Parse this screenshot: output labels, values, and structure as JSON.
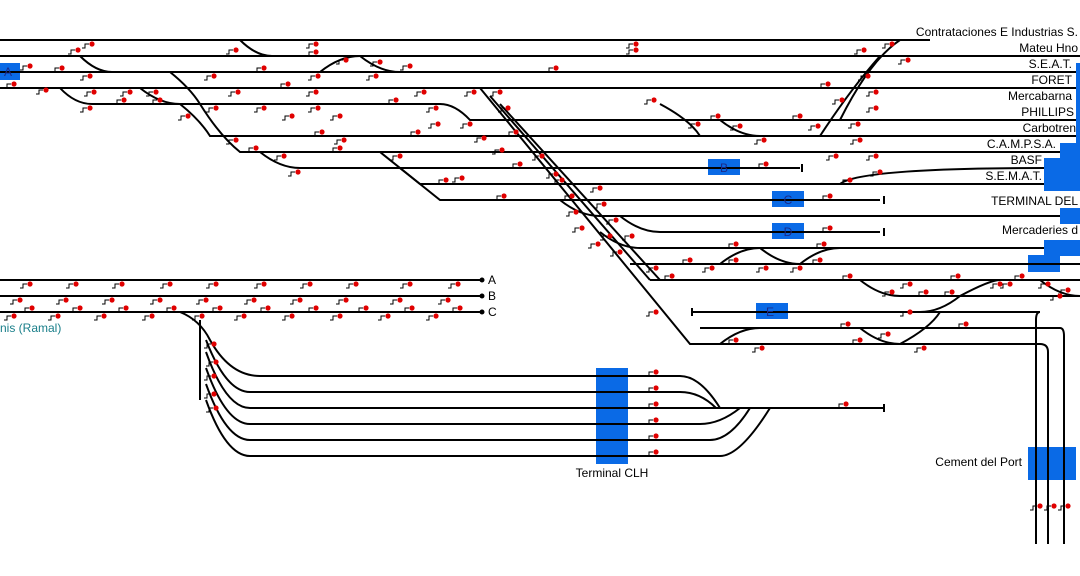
{
  "colors": {
    "track": "#000000",
    "signal": "#e00000",
    "platform": "#0a6ae6",
    "ramal": "#1a7f8a"
  },
  "destinations": [
    "Contrataciones E Industrias S.",
    "Mateu Hno",
    "S.E.A.T.",
    "FORET",
    "Mercabarna",
    "PHILLIPS",
    "Carbotren",
    "C.A.M.P.S.A.",
    "BASF",
    "S.E.M.A.T.",
    "TERMINAL DEL",
    "Mercaderies d"
  ],
  "blocks": {
    "a": "A",
    "b": "B",
    "c": "C",
    "d": "D",
    "e": "E"
  },
  "line_ends": {
    "a": "A",
    "b": "B",
    "c": "C"
  },
  "ramal_label": "nis (Ramal)",
  "terminal_clh": "Terminal CLH",
  "cement": "Cement del Port"
}
